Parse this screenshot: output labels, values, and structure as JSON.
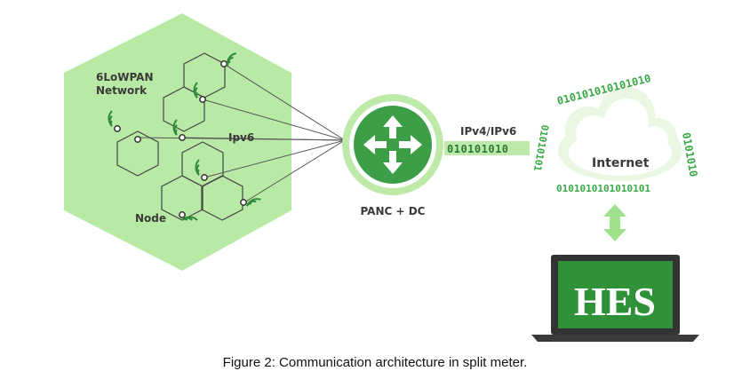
{
  "diagram": {
    "network_label_line1": "6LoWPAN",
    "network_label_line2": "Network",
    "ipv6_label": "Ipv6",
    "node_label": "Node",
    "router_label": "PANC + DC",
    "link_label": "IPv4/IPv6",
    "link_bits": "010101010",
    "cloud_label": "Internet",
    "cloud_bits_top": "010101010101010",
    "cloud_bits_right": "0101010",
    "cloud_bits_bottom": "0101010101010101",
    "cloud_bits_left": "01010101",
    "hes_label": "HES"
  },
  "caption": "Figure 2: Communication architecture in split meter.",
  "colors": {
    "hex_fill": "#b9eaa5",
    "router_green": "#3c9e47",
    "screen_green": "#2f9138",
    "cloud_bits": "#3aa845",
    "arrow_green": "#9fe08d"
  }
}
